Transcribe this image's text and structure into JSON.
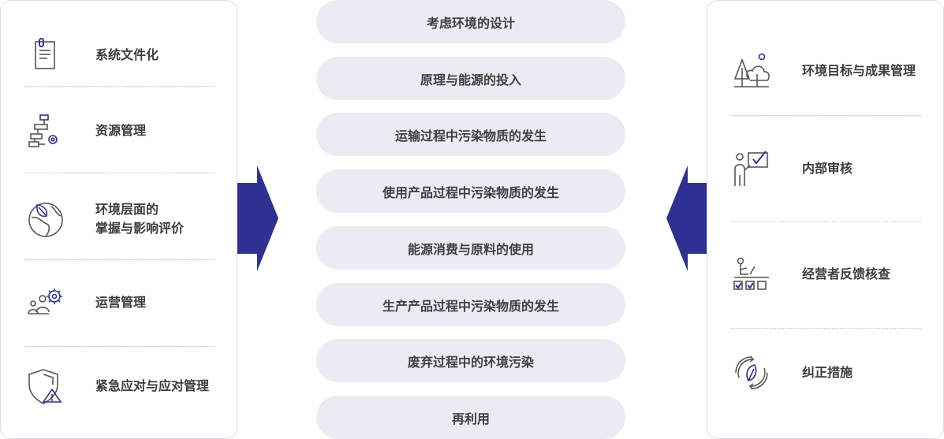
{
  "left_items": [
    {
      "icon": "document-icon",
      "lines": [
        "系统文件化"
      ]
    },
    {
      "icon": "org-chart-gear-icon",
      "lines": [
        "资源管理"
      ]
    },
    {
      "icon": "globe-leaf-icon",
      "lines": [
        "环境层面的",
        "掌握与影响评价"
      ]
    },
    {
      "icon": "team-gear-icon",
      "lines": [
        "运营管理"
      ]
    },
    {
      "icon": "shield-warning-icon",
      "lines": [
        "紧急应对与应对管理"
      ]
    }
  ],
  "center_items": [
    "考虑环境的设计",
    "原理与能源的投入",
    "运输过程中污染物质的发生",
    "使用产品过程中污染物质的发生",
    "能源消费与原料的使用",
    "生产产品过程中污染物质的发生",
    "废弃过程中的环境污染",
    "再利用"
  ],
  "right_items": [
    {
      "icon": "trees-cloud-icon",
      "label": "环境目标与成果管理"
    },
    {
      "icon": "audit-checklist-icon",
      "label": "内部审核"
    },
    {
      "icon": "feedback-checkbox-icon",
      "label": "经营者反馈核查"
    },
    {
      "icon": "cycle-leaf-icon",
      "label": "纠正措施"
    }
  ],
  "colors": {
    "accent": "#2e3192",
    "pill_bg": "#ebebf4",
    "icon_stroke": "#555555"
  }
}
